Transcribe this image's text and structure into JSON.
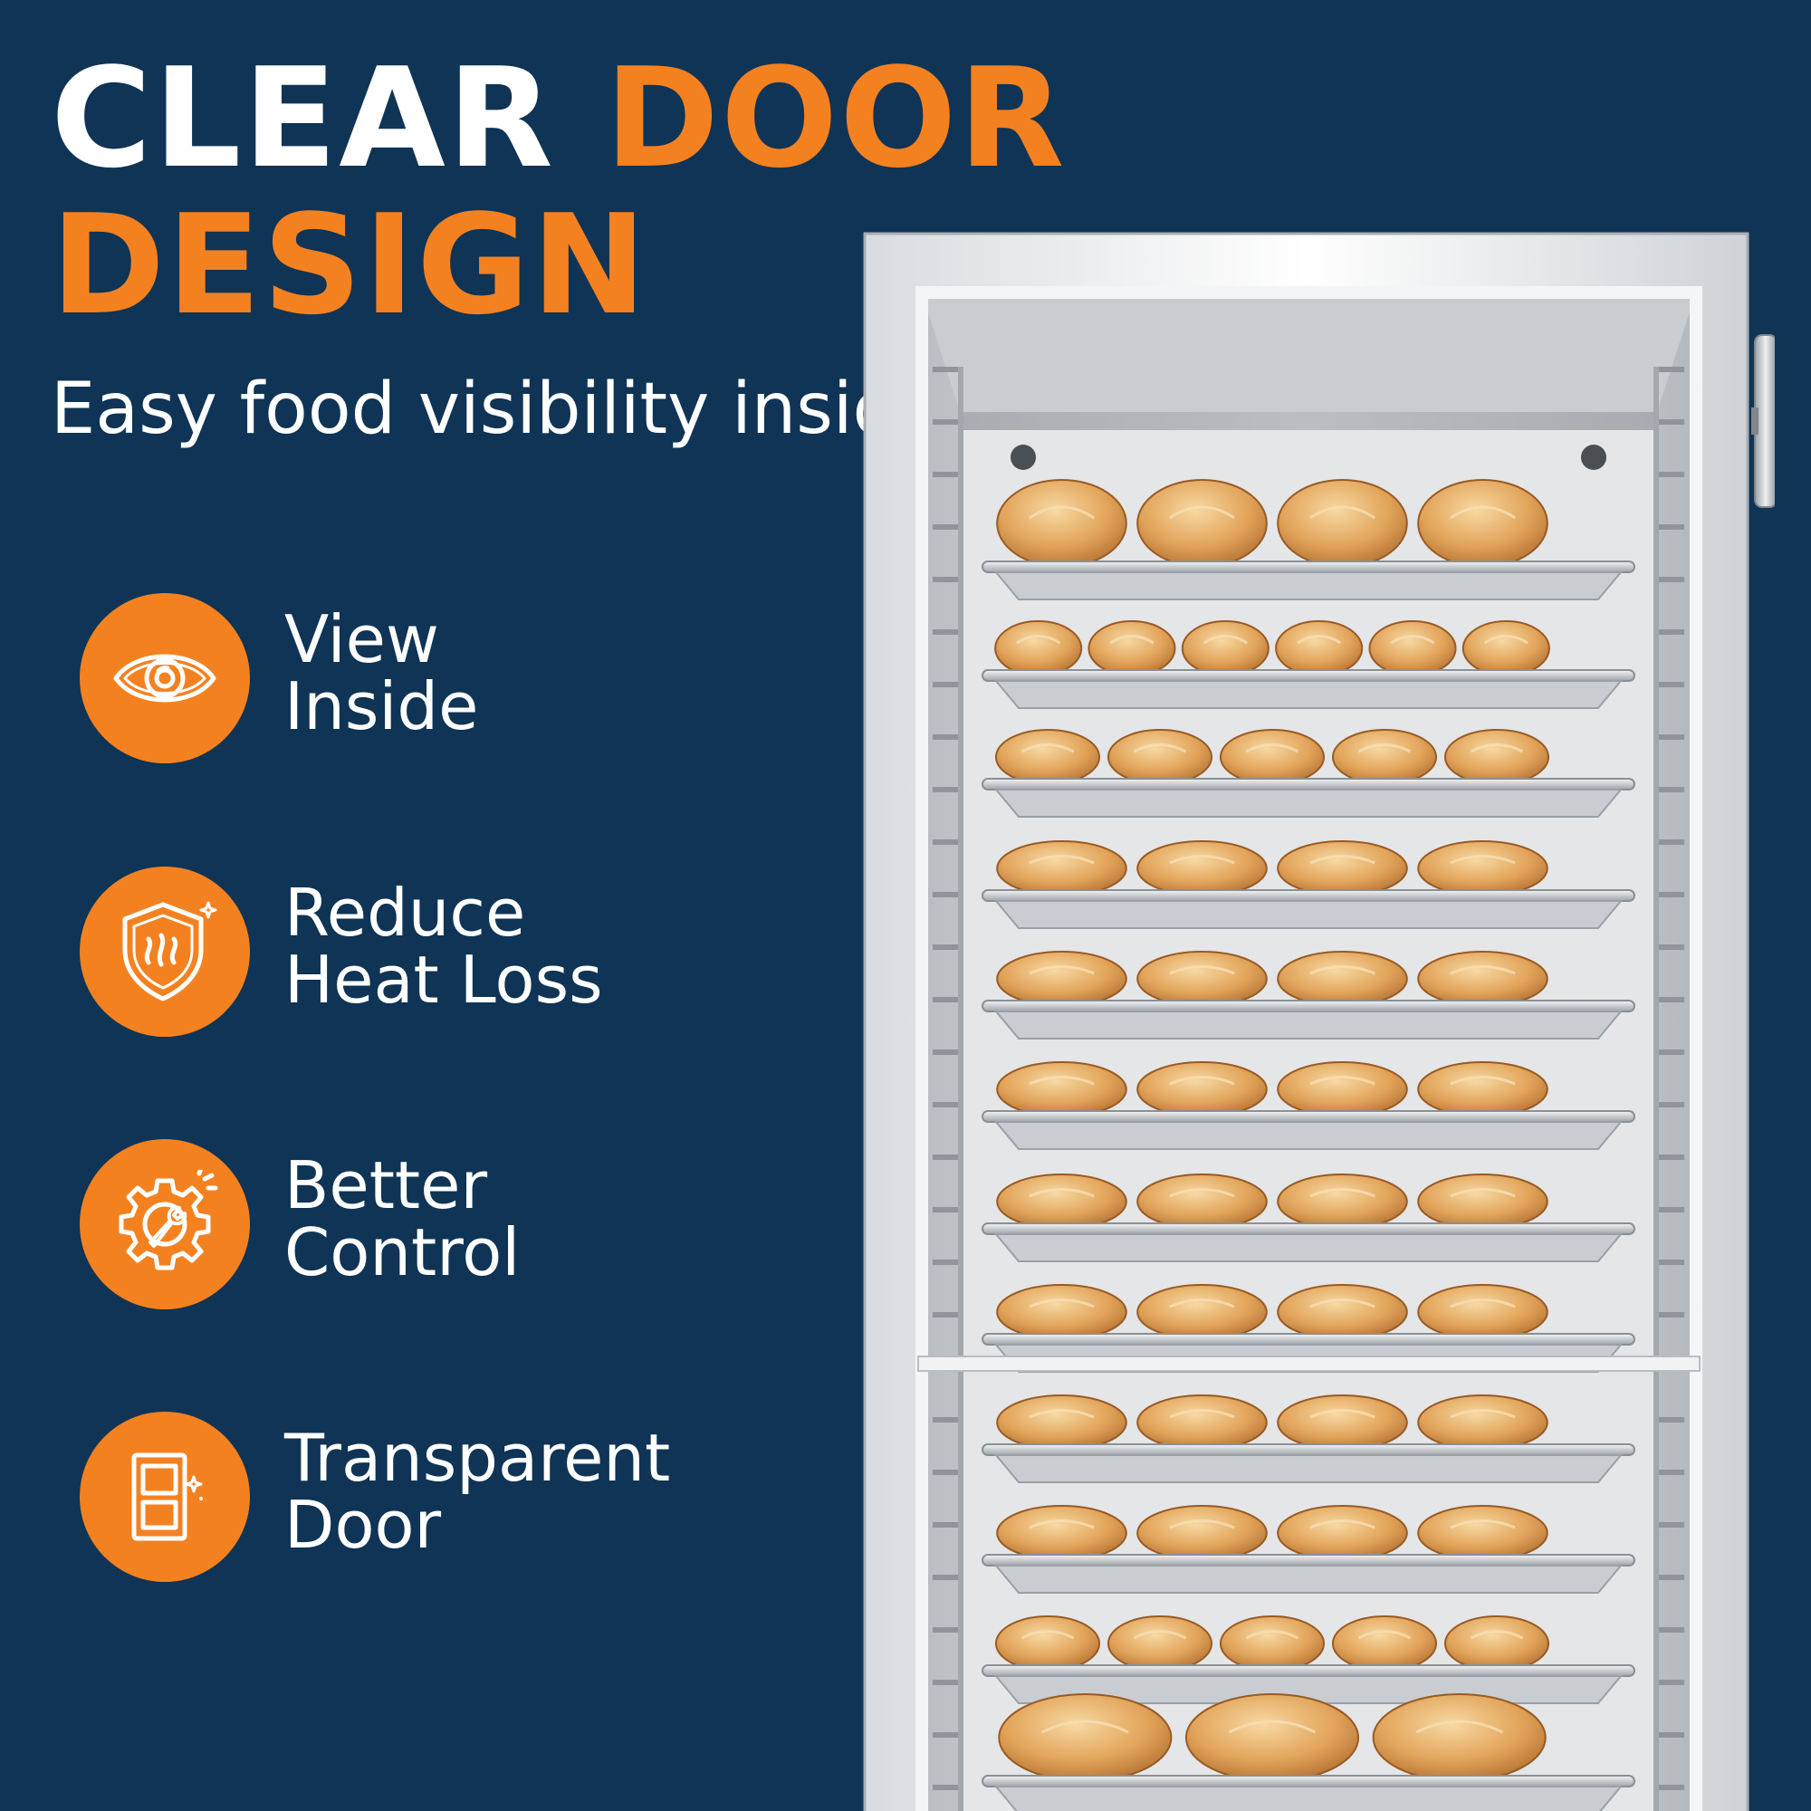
{
  "headline": {
    "line1_white": "CLEAR",
    "line1_orange": "DOOR",
    "line2_orange": "DESIGN"
  },
  "subtitle": "Easy food visibility inside",
  "features": [
    {
      "icon": "eye-icon",
      "line1": "View",
      "line2": "Inside"
    },
    {
      "icon": "shield-heat-icon",
      "line1": "Reduce",
      "line2": "Heat Loss"
    },
    {
      "icon": "gear-wrench-icon",
      "line1": "Better",
      "line2": "Control"
    },
    {
      "icon": "door-icon",
      "line1": "Transparent",
      "line2": "Door"
    }
  ],
  "colors": {
    "background": "#0f3455",
    "accent": "#f48120",
    "text": "#ffffff"
  }
}
